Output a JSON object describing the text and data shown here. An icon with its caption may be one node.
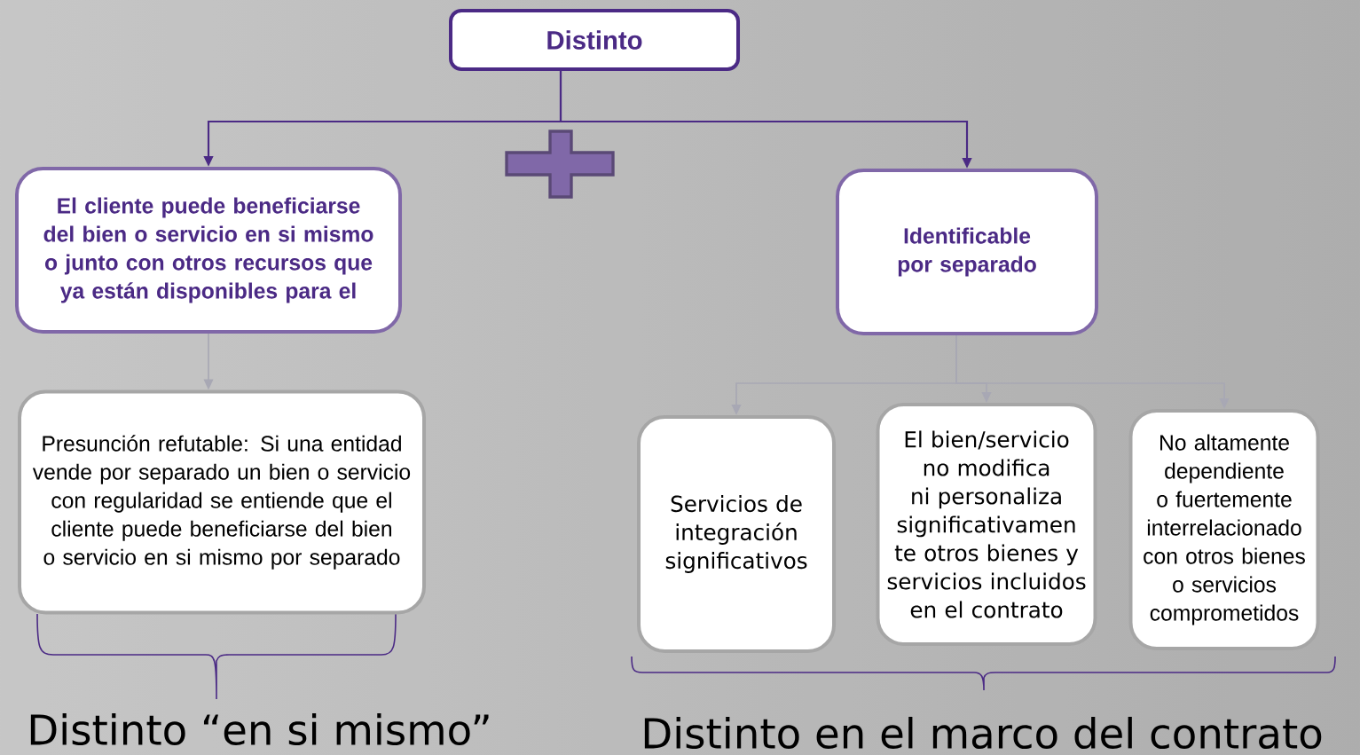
{
  "diagram": {
    "nodes": [
      {
        "text": [
          "Distinto"
        ]
      },
      {
        "text": [
          "El cliente puede beneficiarse del bien o servicio en si mismo o junto con otros recursos que ya están disponibles para el"
        ]
      },
      {
        "text": [
          "Identificable por separado"
        ]
      },
      {
        "text": [
          "Presunción refutable: Si una entidad vende por separado un bien o servicio con regularidad se entiende que el cliente puede beneficiarse del bien o servicio en si mismo por separado"
        ]
      },
      {
        "text": [
          "Servicios de integración significativos"
        ]
      },
      {
        "text": [
          "El bien/servicio no modifica ni personaliza significativamen te otros bienes y servicios incluidos en el contrato"
        ]
      },
      {
        "text": [
          "No altamente dependiente o fuertemente interrelacionado con otros bienes o servicios comprometidos"
        ]
      }
    ],
    "edges": [
      {
        "from": 0,
        "to": 1,
        "arrow": "to",
        "color": "#4b2a85"
      },
      {
        "from": 0,
        "to": 2,
        "arrow": "to",
        "color": "#4b2a85"
      },
      {
        "from": 1,
        "to": 3,
        "arrow": "to"
      },
      {
        "from": 2,
        "to": 4,
        "arrow": "to"
      },
      {
        "from": 2,
        "to": 5,
        "arrow": "to"
      },
      {
        "from": 2,
        "to": 6,
        "arrow": "to"
      }
    ],
    "labels": [
      "Distinto “en si mismo”",
      "Distinto en el marco del contrato"
    ]
  }
}
